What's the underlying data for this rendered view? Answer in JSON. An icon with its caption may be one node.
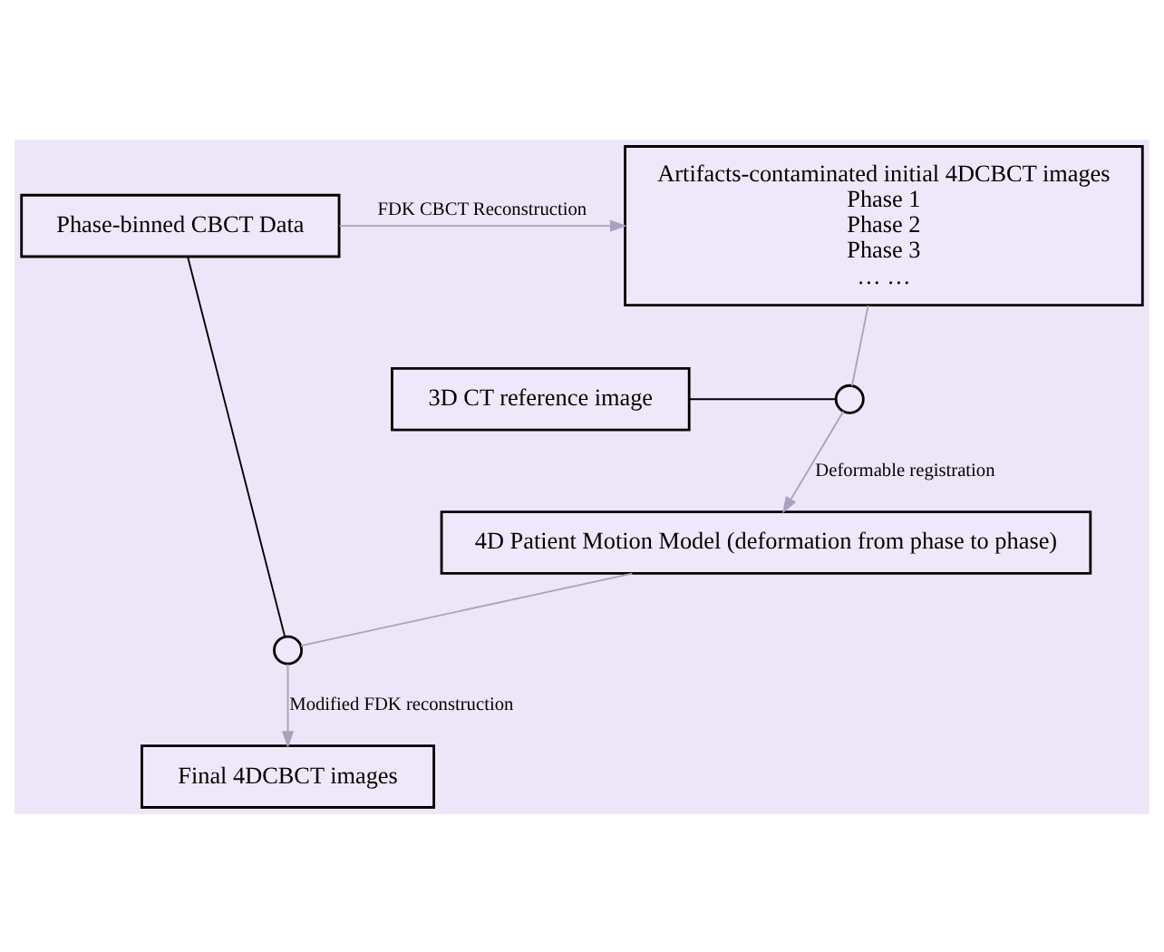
{
  "diagram": {
    "nodes": [
      {
        "text": [
          "Phase-binned CBCT Data"
        ]
      },
      {
        "text": [
          "Artifacts-contaminated initial 4DCBCT images",
          "Phase 1",
          "Phase 2",
          "Phase 3",
          "… …"
        ]
      },
      {
        "text": [
          "3D CT reference image"
        ]
      },
      {
        "text": [],
        "shape": "circle"
      },
      {
        "text": [
          "4D Patient Motion Model (deformation from phase to phase)"
        ]
      },
      {
        "text": [],
        "shape": "circle"
      },
      {
        "text": [
          "Final 4DCBCT images"
        ]
      }
    ],
    "edges": [
      {
        "from": 0,
        "to": 1,
        "arrow": "to",
        "label": "FDK CBCT Reconstruction"
      },
      {
        "from": 1,
        "to": 3,
        "arrow": "none"
      },
      {
        "from": 2,
        "to": 3,
        "arrow": "none",
        "color": "#000000"
      },
      {
        "from": 3,
        "to": 4,
        "arrow": "to",
        "label": "Deformable registration"
      },
      {
        "from": 4,
        "to": 5,
        "arrow": "none"
      },
      {
        "from": 0,
        "to": 5,
        "arrow": "none",
        "color": "#000000"
      },
      {
        "from": 5,
        "to": 6,
        "arrow": "to",
        "label": "Modified FDK reconstruction"
      }
    ]
  }
}
